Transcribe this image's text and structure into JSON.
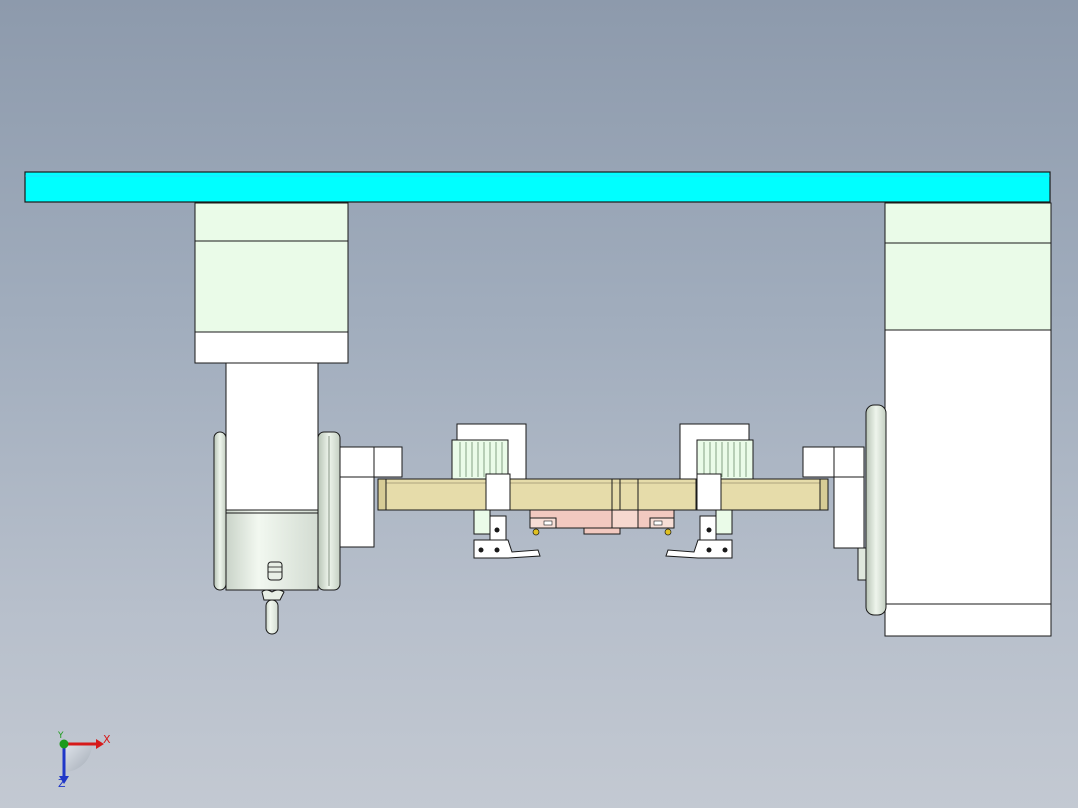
{
  "view": {
    "background_top": "#8d9aac",
    "background_bottom": "#c3c9d2"
  },
  "triad": {
    "x_label": "X",
    "y_label": "Y",
    "z_label": "Z",
    "x_color": "#d61a1a",
    "y_color": "#1c9b1c",
    "z_color": "#2037c8"
  },
  "colors": {
    "top_rail": "#00ffff",
    "motor_block": "#eafbe8",
    "cross_plate": "#e6dcaa",
    "center_pads": "#f2c9c0",
    "parts_white": "#ffffff",
    "outline": "#1a1a1a",
    "fastener": "#e0c020"
  }
}
